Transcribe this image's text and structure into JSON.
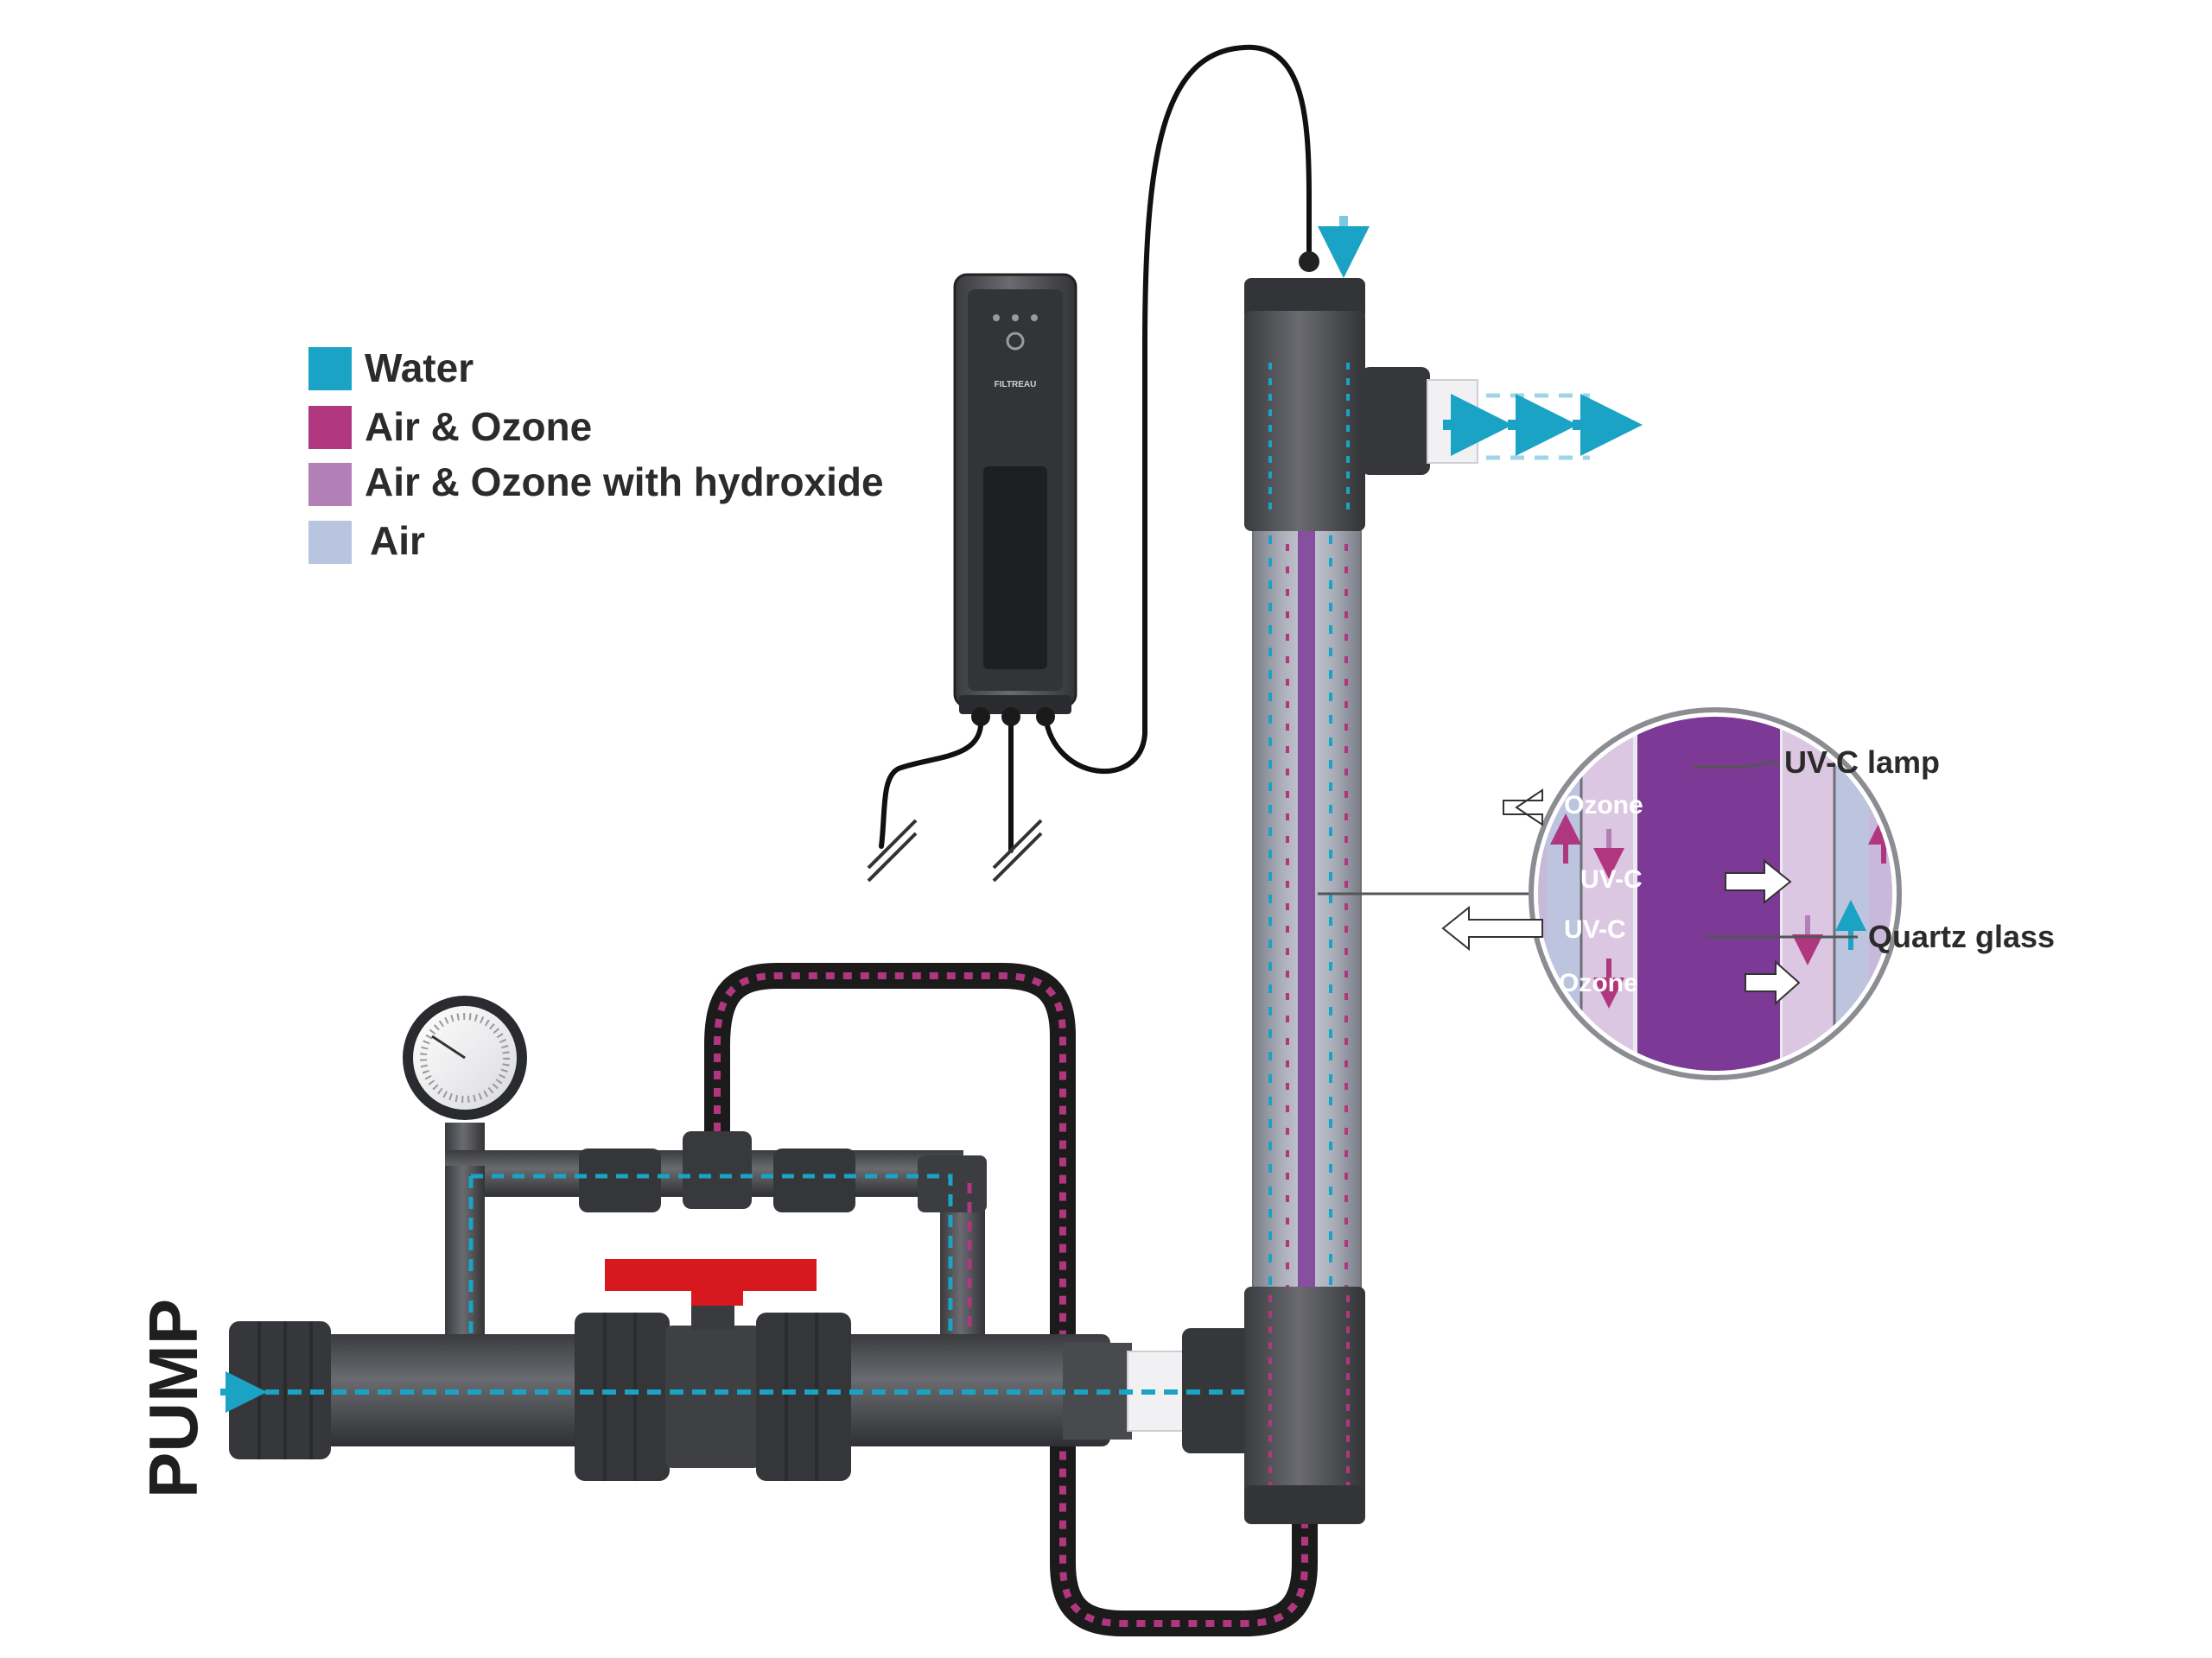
{
  "legend": {
    "items": [
      {
        "label": "Water",
        "color": "#1aa3c4"
      },
      {
        "label": "Air & Ozone",
        "color": "#b0377f"
      },
      {
        "label": "Air & Ozone with hydroxide",
        "color": "#b37fb7"
      },
      {
        "label": "Air",
        "color": "#b9c5e0"
      }
    ]
  },
  "labels": {
    "pump": "PUMP",
    "uvc_lamp": "UV-C lamp",
    "quartz_glass": "Quartz glass",
    "ozone_1": "Ozone",
    "uvc_1": "UV-C",
    "uvc_2": "UV-C",
    "ozone_2": "Ozone",
    "brand": "FILTREAU"
  },
  "colors": {
    "pipe": "#4a4b4f",
    "pipe_dark": "#2f3033",
    "pipe_light": "#6a6b70",
    "valve_handle": "#d7191f",
    "lamp": "#7c3a96",
    "water": "#1aa3c4",
    "ozone": "#b0377f",
    "hydroxide": "#b37fb7",
    "air": "#b9c5e0"
  }
}
